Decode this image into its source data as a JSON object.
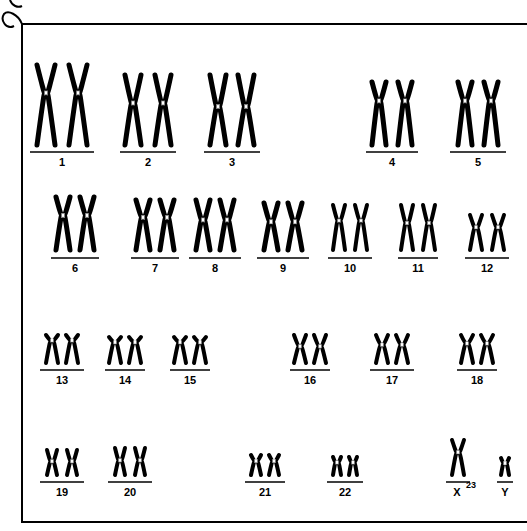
{
  "diagram": {
    "labels": [
      "1",
      "2",
      "3",
      "4",
      "5",
      "6",
      "7",
      "8",
      "9",
      "10",
      "11",
      "12",
      "13",
      "14",
      "15",
      "16",
      "17",
      "18",
      "19",
      "20",
      "21",
      "22",
      "X",
      "23",
      "Y"
    ]
  }
}
